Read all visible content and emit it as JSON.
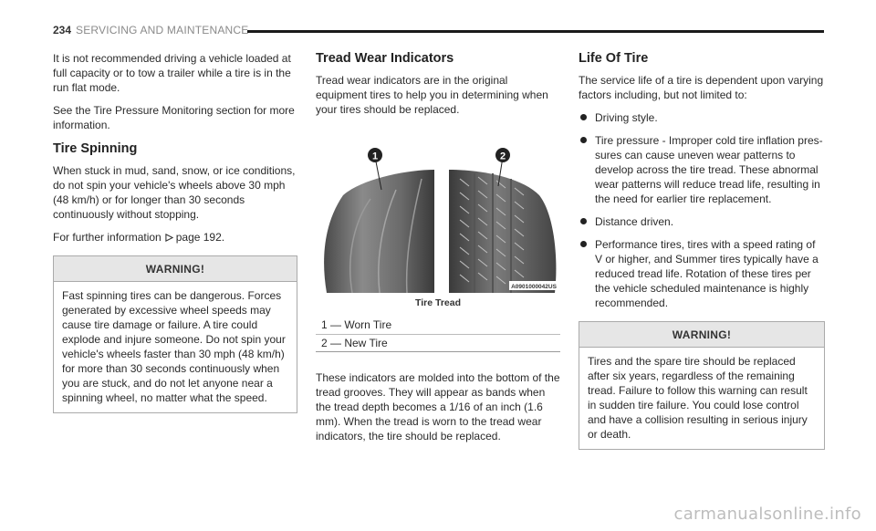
{
  "header": {
    "page_number": "234",
    "section": "SERVICING AND MAINTENANCE"
  },
  "col1": {
    "intro": "It is not recommended driving a vehicle loaded at full capacity or to tow a trailer while a tire is in the run flat mode.",
    "see_also": "See the Tire Pressure Monitoring section for more information.",
    "heading": "Tire Spinning",
    "body": "When stuck in mud, sand, snow, or ice conditions, do not spin your vehicle's wheels above 30 mph (48 km/h) or for longer than 30 seconds continuously without stopping.",
    "ref_prefix": "For further information",
    "ref_page": "page 192.",
    "warning_title": "WARNING!",
    "warning_text": "Fast spinning tires can be dangerous. Forces generated by excessive wheel speeds may cause tire damage or failure. A tire could explode and injure someone. Do not spin your vehicle's wheels faster than 30 mph (48 km/h) for more than 30 seconds continuously when you are stuck, and do not let anyone near a spinning wheel, no matter what the speed."
  },
  "col2": {
    "heading": "Tread Wear Indicators",
    "intro": "Tread wear indicators are in the original equipment tires to help you in determining when your tires should be replaced.",
    "figure": {
      "callout_1": "1",
      "callout_2": "2",
      "image_code": "A0901000042US",
      "caption": "Tire Tread"
    },
    "legend": [
      "1 — Worn Tire",
      "2 — New Tire"
    ],
    "body": "These indicators are molded into the bottom of the tread grooves. They will appear as bands when the tread depth becomes a 1/16 of an inch (1.6 mm). When the tread is worn to the tread wear indicators, the tire should be replaced."
  },
  "col3": {
    "heading": "Life Of Tire",
    "intro": "The service life of a tire is dependent upon varying factors including, but not limited to:",
    "bullets": [
      "Driving style.",
      "Tire pressure - Improper cold tire inflation pres-sures can cause uneven wear patterns to develop across the tire tread. These abnormal wear patterns will reduce tread life, resulting in the need for earlier tire replacement.",
      "Distance driven.",
      "Performance tires, tires with a speed rating of V or higher, and Summer tires typically have a reduced tread life. Rotation of these tires per the vehicle scheduled maintenance is highly recommended."
    ],
    "warning_title": "WARNING!",
    "warning_text": "Tires and the spare tire should be replaced after six years, regardless of the remaining tread. Failure to follow this warning can result in sudden tire failure. You could lose control and have a collision resulting in serious injury or death."
  },
  "watermark": "carmanualsonline.info"
}
